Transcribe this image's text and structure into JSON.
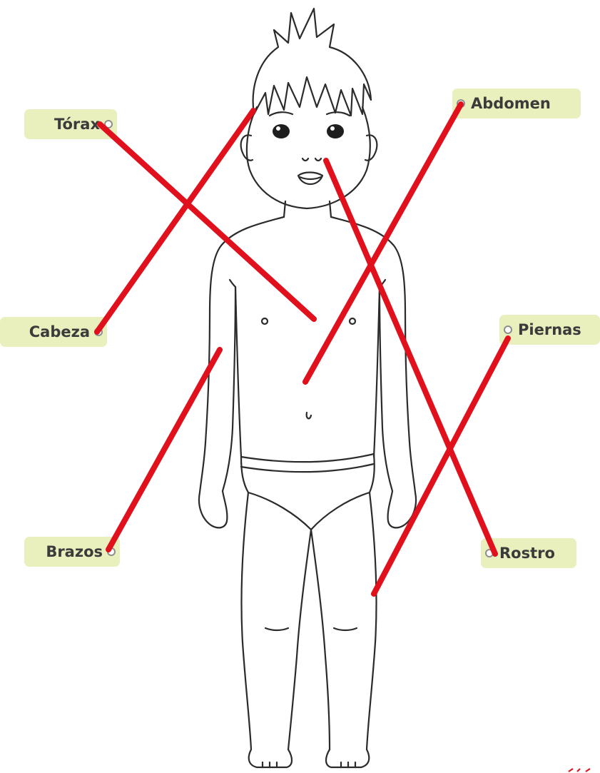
{
  "labels": {
    "torax": "Tórax",
    "cabeza": "Cabeza",
    "brazos": "Brazos",
    "abdomen": "Abdomen",
    "piernas": "Piernas",
    "rostro": "Rostro"
  },
  "colors": {
    "label_bg": "#eaf0bd",
    "connector": "#e0101c",
    "outline": "#2b2b2b"
  }
}
